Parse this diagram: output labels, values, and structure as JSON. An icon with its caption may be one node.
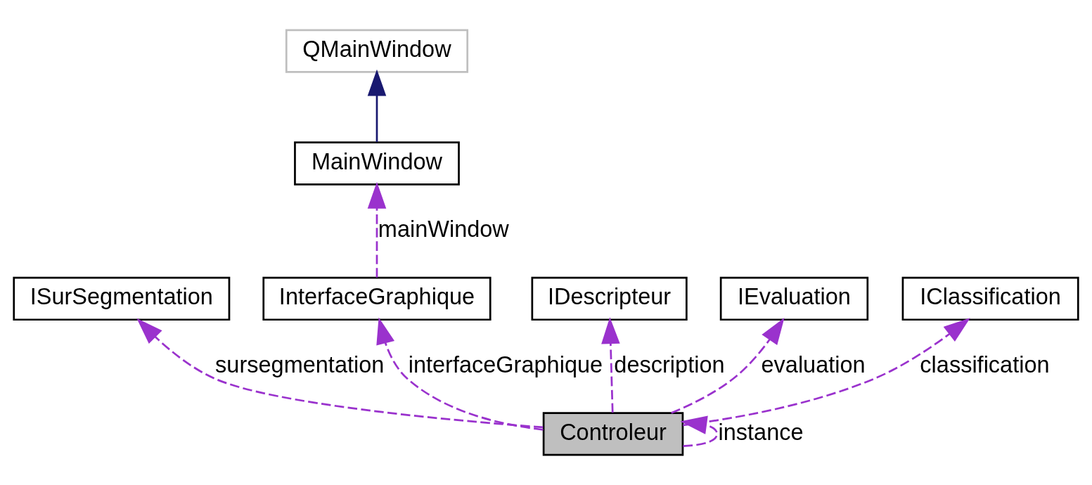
{
  "diagram": {
    "nodes": [
      {
        "text": [
          "QMainWindow"
        ]
      },
      {
        "text": [
          "MainWindow"
        ]
      },
      {
        "text": [
          "ISurSegmentation"
        ]
      },
      {
        "text": [
          "InterfaceGraphique"
        ]
      },
      {
        "text": [
          "IDescripteur"
        ]
      },
      {
        "text": [
          "IEvaluation"
        ]
      },
      {
        "text": [
          "IClassification"
        ]
      },
      {
        "text": [
          "Controleur"
        ]
      }
    ],
    "edges": [
      {
        "from": 1,
        "to": 0,
        "arrow": "to",
        "color": "#191970"
      },
      {
        "from": 3,
        "to": 1,
        "arrow": "to",
        "label": "mainWindow",
        "style": "dashed"
      },
      {
        "from": 7,
        "to": 2,
        "arrow": "to",
        "label": "sursegmentation",
        "style": "dashed"
      },
      {
        "from": 7,
        "to": 3,
        "arrow": "to",
        "label": "interfaceGraphique",
        "style": "dashed"
      },
      {
        "from": 7,
        "to": 4,
        "arrow": "to",
        "label": "description",
        "style": "dashed"
      },
      {
        "from": 7,
        "to": 5,
        "arrow": "to",
        "label": "evaluation",
        "style": "dashed"
      },
      {
        "from": 7,
        "to": 6,
        "arrow": "to",
        "label": "classification",
        "style": "dashed"
      },
      {
        "from": 7,
        "to": 7,
        "arrow": "to",
        "label": "instance",
        "style": "dashed"
      }
    ]
  }
}
